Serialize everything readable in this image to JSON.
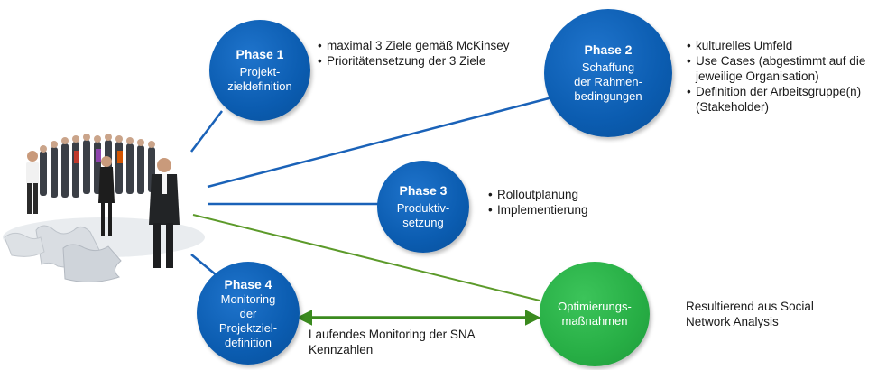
{
  "phases": [
    {
      "title": "Phase 1",
      "desc": [
        "Projekt-",
        "zieldefinition"
      ],
      "bullets": [
        "maximal 3 Ziele gemäß McKinsey",
        "Prioritätensetzung der 3 Ziele"
      ]
    },
    {
      "title": "Phase 2",
      "desc": [
        "Schaffung",
        "der Rahmen-",
        "bedingungen"
      ],
      "bullets": [
        "kulturelles Umfeld",
        "Use Cases (abgestimmt auf die jeweilige Organisation)",
        "Definition der Arbeitsgruppe(n) (Stakeholder)"
      ]
    },
    {
      "title": "Phase 3",
      "desc": [
        "Produktiv-",
        "setzung"
      ],
      "bullets": [
        "Rolloutplanung",
        "Implementierung"
      ]
    },
    {
      "title": "Phase 4",
      "desc": [
        "Monitoring",
        "der",
        "Projektziel-",
        "definition"
      ]
    }
  ],
  "optimierung": {
    "desc": [
      "Optimierungs-",
      "maßnahmen"
    ],
    "note": "Resultierend aus Social Network Analysis"
  },
  "monitoring_arrow_label": "Laufendes Monitoring der SNA Kennzahlen",
  "colors": {
    "phase_blue": "#0b5cb0",
    "optimierung_green": "#27ae45",
    "connector_blue": "#1a62b8",
    "connector_green": "#5c9a2a",
    "arrow_green": "#3a8a1e"
  },
  "image": {
    "icon": "business-team-on-puzzle-icon"
  }
}
